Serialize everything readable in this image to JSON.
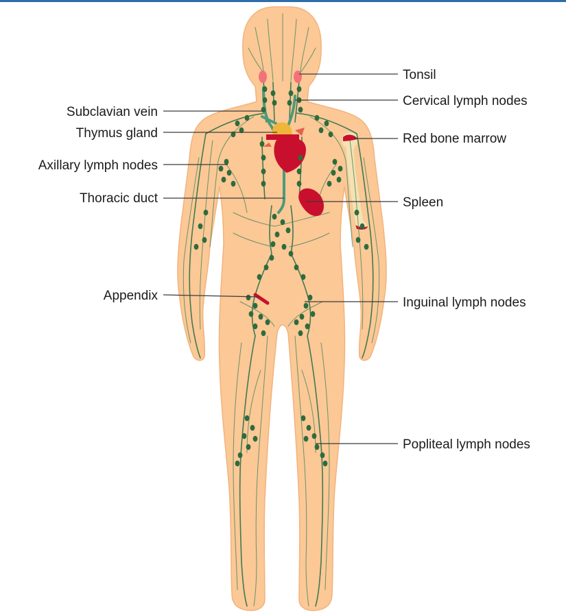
{
  "colors": {
    "skin": "#fbc896",
    "skin_outline": "#f2b37d",
    "lymph_vessel": "#3f7a52",
    "lymph_node": "#2e6b3e",
    "duct": "#4e9a7a",
    "organ_red": "#c8102e",
    "bone": "#f4e2b4",
    "tonsil": "#f2727a",
    "thymus": "#f0b63a",
    "header_bar": "#2d6ca8"
  },
  "labels": {
    "tonsil": "Tonsil",
    "cervical": "Cervical lymph nodes",
    "subclavian": "Subclavian vein",
    "thymus": "Thymus gland",
    "red_marrow": "Red bone marrow",
    "axillary": "Axillary lymph nodes",
    "thoracic": "Thoracic duct",
    "spleen": "Spleen",
    "appendix": "Appendix",
    "inguinal": "Inguinal lymph nodes",
    "popliteal": "Popliteal lymph nodes"
  }
}
